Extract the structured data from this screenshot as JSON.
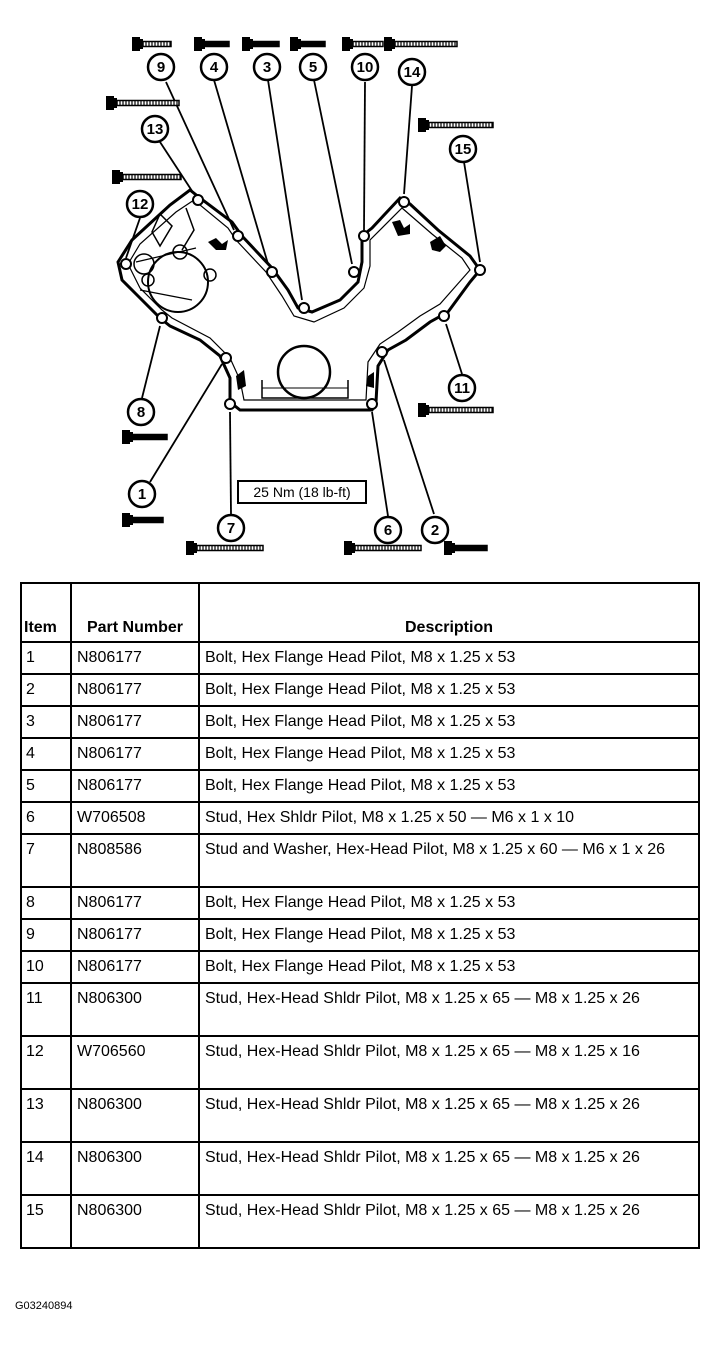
{
  "diagram": {
    "callouts": [
      {
        "id": "9",
        "label": "9"
      },
      {
        "id": "4",
        "label": "4"
      },
      {
        "id": "3",
        "label": "3"
      },
      {
        "id": "5",
        "label": "5"
      },
      {
        "id": "10",
        "label": "10"
      },
      {
        "id": "14",
        "label": "14"
      },
      {
        "id": "13",
        "label": "13"
      },
      {
        "id": "15",
        "label": "15"
      },
      {
        "id": "12",
        "label": "12"
      },
      {
        "id": "11",
        "label": "11"
      },
      {
        "id": "8",
        "label": "8"
      },
      {
        "id": "1",
        "label": "1"
      },
      {
        "id": "7",
        "label": "7"
      },
      {
        "id": "6",
        "label": "6"
      },
      {
        "id": "2",
        "label": "2"
      }
    ],
    "torque_label": "25 Nm (18 lb-ft)"
  },
  "table": {
    "headers": {
      "item": "Item",
      "part_number": "Part Number",
      "description": "Description"
    },
    "rows": [
      {
        "item": "1",
        "part_number": "N806177",
        "description": "Bolt, Hex Flange Head Pilot, M8 x 1.25 x 53"
      },
      {
        "item": "2",
        "part_number": "N806177",
        "description": "Bolt, Hex Flange Head Pilot, M8 x 1.25 x 53"
      },
      {
        "item": "3",
        "part_number": "N806177",
        "description": "Bolt, Hex Flange Head Pilot, M8 x 1.25 x 53"
      },
      {
        "item": "4",
        "part_number": "N806177",
        "description": "Bolt, Hex Flange Head Pilot, M8 x 1.25 x 53"
      },
      {
        "item": "5",
        "part_number": "N806177",
        "description": "Bolt, Hex Flange Head Pilot, M8 x 1.25 x 53"
      },
      {
        "item": "6",
        "part_number": "W706508",
        "description": "Stud, Hex Shldr Pilot, M8 x 1.25 x 50 — M6 x 1 x 10"
      },
      {
        "item": "7",
        "part_number": "N808586",
        "description": "Stud and Washer, Hex-Head Pilot, M8 x 1.25 x 60 — M6 x 1 x 26"
      },
      {
        "item": "8",
        "part_number": "N806177",
        "description": "Bolt, Hex Flange Head Pilot, M8 x 1.25 x 53"
      },
      {
        "item": "9",
        "part_number": "N806177",
        "description": "Bolt, Hex Flange Head Pilot, M8 x 1.25 x 53"
      },
      {
        "item": "10",
        "part_number": "N806177",
        "description": "Bolt, Hex Flange Head Pilot, M8 x 1.25 x 53"
      },
      {
        "item": "11",
        "part_number": "N806300",
        "description": "Stud, Hex-Head Shldr Pilot, M8 x 1.25 x 65 — M8 x 1.25 x 26"
      },
      {
        "item": "12",
        "part_number": "W706560",
        "description": "Stud, Hex-Head Shldr Pilot, M8 x 1.25 x 65 — M8 x 1.25 x 16"
      },
      {
        "item": "13",
        "part_number": "N806300",
        "description": "Stud, Hex-Head Shldr Pilot, M8 x 1.25 x 65 — M8 x 1.25 x 26"
      },
      {
        "item": "14",
        "part_number": "N806300",
        "description": "Stud, Hex-Head Shldr Pilot, M8 x 1.25 x 65 — M8 x 1.25 x 26"
      },
      {
        "item": "15",
        "part_number": "N806300",
        "description": "Stud, Hex-Head Shldr Pilot, M8 x 1.25 x 65 — M8 x 1.25 x 26"
      }
    ]
  },
  "figure_id": "G03240894"
}
